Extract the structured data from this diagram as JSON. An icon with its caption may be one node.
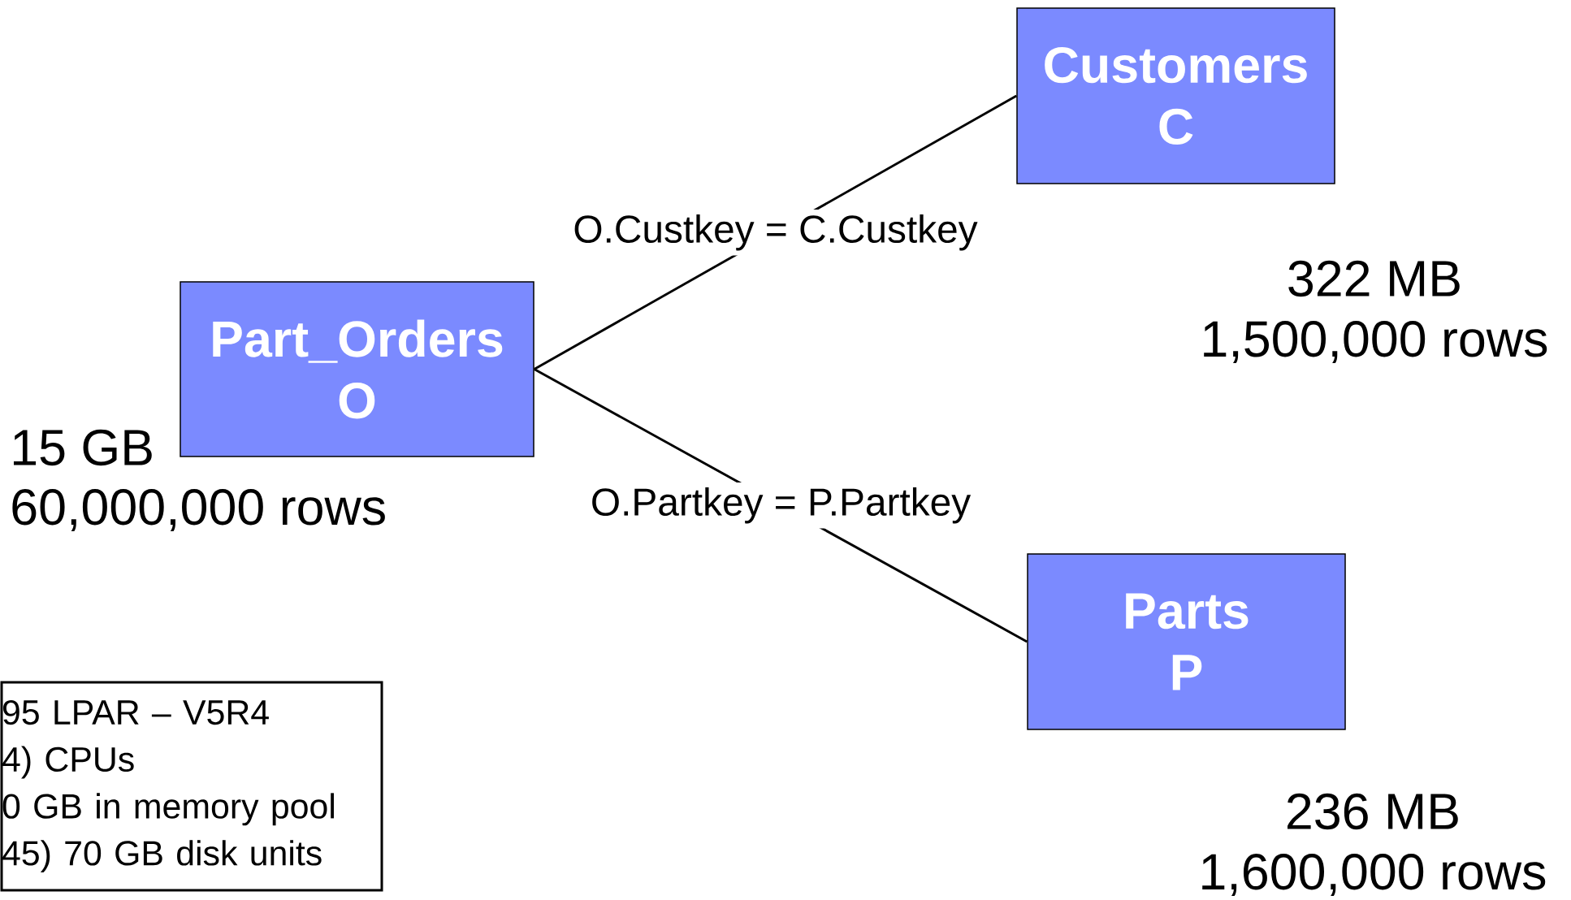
{
  "diagram": {
    "nodes": [
      {
        "text": [
          "Customers",
          "C"
        ],
        "beside": [
          "322 MB",
          "1,500,000 rows"
        ]
      },
      {
        "text": [
          "Part_Orders",
          "O"
        ],
        "beside": [
          "15 GB",
          "60,000,000 rows"
        ]
      },
      {
        "text": [
          "Parts",
          "P"
        ],
        "beside": [
          "236 MB",
          "1,600,000 rows"
        ]
      },
      {
        "text": [
          "95 LPAR – V5R4",
          "4) CPUs",
          "0 GB in memory pool",
          "45) 70 GB disk units"
        ]
      }
    ],
    "edges": [
      {
        "from": 1,
        "to": 0,
        "arrow": "none",
        "label": "O.Custkey = C.Custkey"
      },
      {
        "from": 1,
        "to": 2,
        "arrow": "none",
        "label": "O.Partkey = P.Partkey"
      }
    ]
  }
}
